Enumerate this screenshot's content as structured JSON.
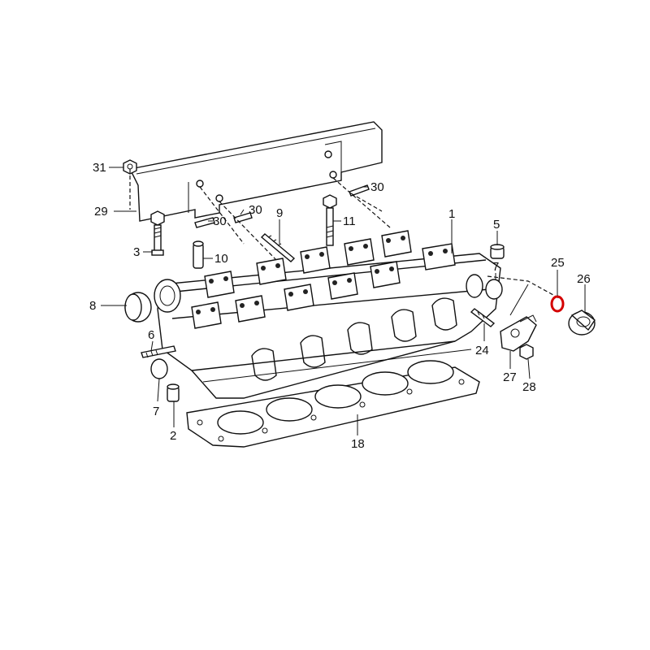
{
  "callouts": {
    "c1": "1",
    "c2": "2",
    "c3": "3",
    "c5": "5",
    "c6": "6",
    "c7a": "7",
    "c7b": "7",
    "c8": "8",
    "c9": "9",
    "c10": "10",
    "c11": "11",
    "c18": "18",
    "c24": "24",
    "c25": "25",
    "c26": "26",
    "c27": "27",
    "c28": "28",
    "c29": "29",
    "c30a": "30",
    "c30b": "30",
    "c30c": "30",
    "c31": "31"
  },
  "colors": {
    "line": "#111111",
    "highlight_seal": "#d40000",
    "background": "#ffffff"
  }
}
